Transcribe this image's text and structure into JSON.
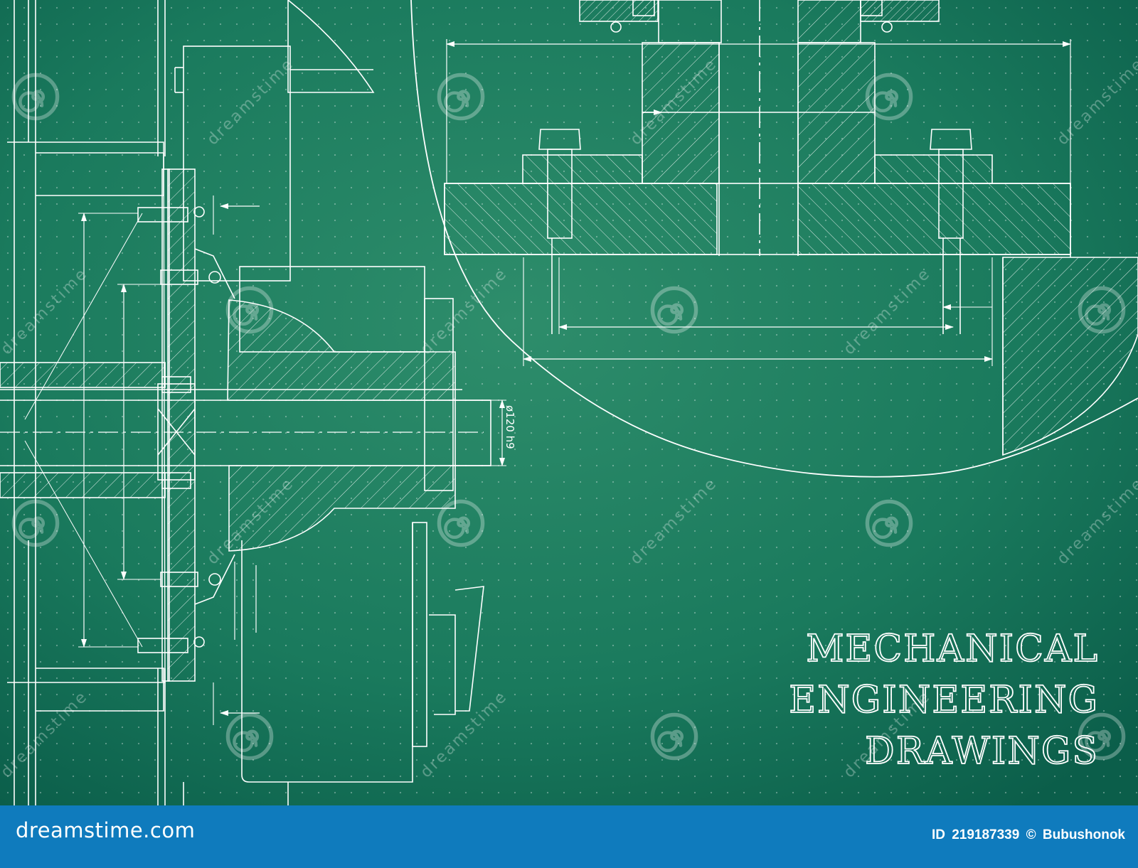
{
  "title_lines": [
    "MECHANICAL",
    "ENGINEERING",
    "DRAWINGS"
  ],
  "dimension_label": "ø120 h9",
  "watermark_text": "dreamstime",
  "footer": {
    "logo_text": "dreamstime.com",
    "id_label": "ID",
    "id_number": "219187339",
    "copyright_icon": "copyright-icon",
    "author": "Bubushonok"
  },
  "colors": {
    "background_center": "#2a8a68",
    "background_edge": "#0b5e4a",
    "line": "#ffffff",
    "footer_bar": "#0f7bbd"
  },
  "icons": [
    "spiral-watermark-icon",
    "copyright-icon"
  ]
}
